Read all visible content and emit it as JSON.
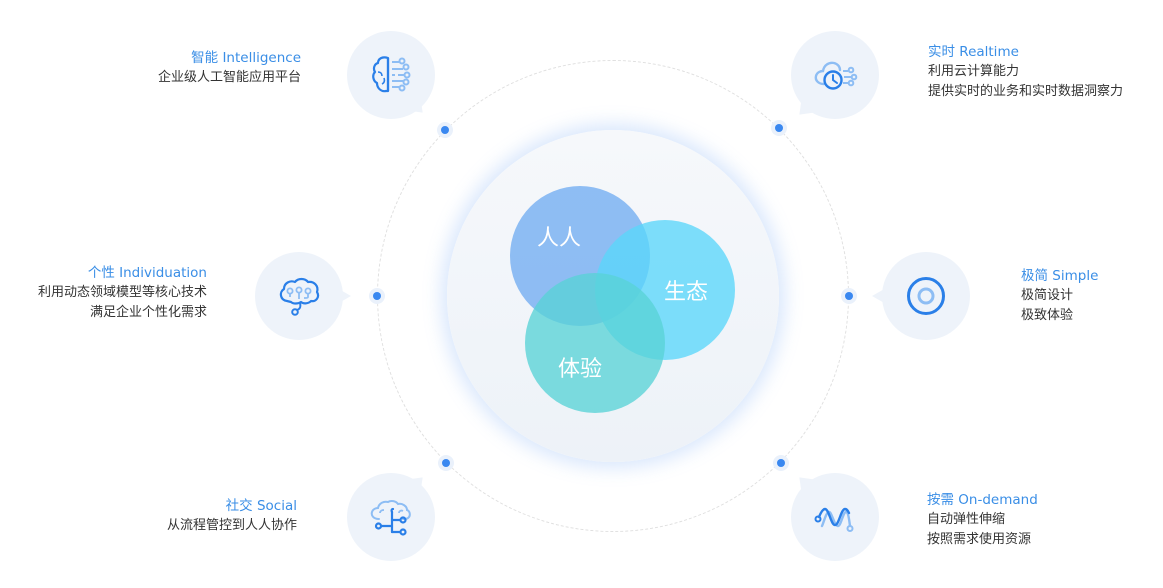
{
  "colors": {
    "accent": "#3a8ee6",
    "dot": "#3a88f0",
    "bubble_bg": "#eef3fa",
    "venn_people": "#8dbdf4",
    "venn_ecology": "#78dffa",
    "venn_experience": "#78dcdf",
    "text": "#333333"
  },
  "center": {
    "venn": [
      {
        "label": "人人"
      },
      {
        "label": "生态"
      },
      {
        "label": "体验"
      }
    ]
  },
  "features": {
    "intelligence": {
      "title": "智能 Intelligence",
      "lines": [
        "企业级人工智能应用平台"
      ],
      "icon": "brain-circuit-icon"
    },
    "realtime": {
      "title": "实时 Realtime",
      "lines": [
        "利用云计算能力",
        "提供实时的业务和实时数据洞察力"
      ],
      "icon": "cloud-clock-icon"
    },
    "individuation": {
      "title": "个性 Individuation",
      "lines": [
        "利用动态领域模型等核心技术",
        "满足企业个性化需求"
      ],
      "icon": "brain-nodes-icon"
    },
    "simple": {
      "title": "极简 Simple",
      "lines": [
        "极简设计",
        "极致体验"
      ],
      "icon": "concentric-circle-icon"
    },
    "social": {
      "title": "社交 Social",
      "lines": [
        "从流程管控到人人协作"
      ],
      "icon": "cloud-network-icon"
    },
    "ondemand": {
      "title": "按需 On-demand",
      "lines": [
        "自动弹性伸缩",
        "按照需求使用资源"
      ],
      "icon": "wave-icon"
    }
  }
}
